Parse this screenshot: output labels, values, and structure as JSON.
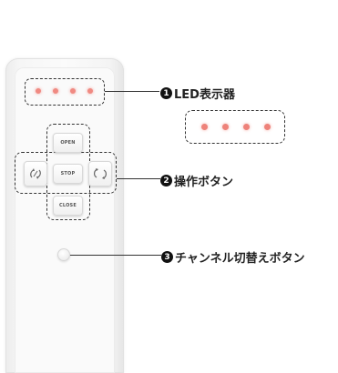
{
  "remote": {
    "led_count": 4,
    "led_color": "#ee827a",
    "buttons": {
      "open": "OPEN",
      "stop": "STOP",
      "close": "CLOSE",
      "left_icon": "rotate-ccw-icon",
      "right_icon": "rotate-cw-icon"
    }
  },
  "callouts": [
    {
      "number": "1",
      "label": "LED表示器"
    },
    {
      "number": "2",
      "label": "操作ボタン"
    },
    {
      "number": "3",
      "label": "チャンネル切替えボタン"
    }
  ]
}
